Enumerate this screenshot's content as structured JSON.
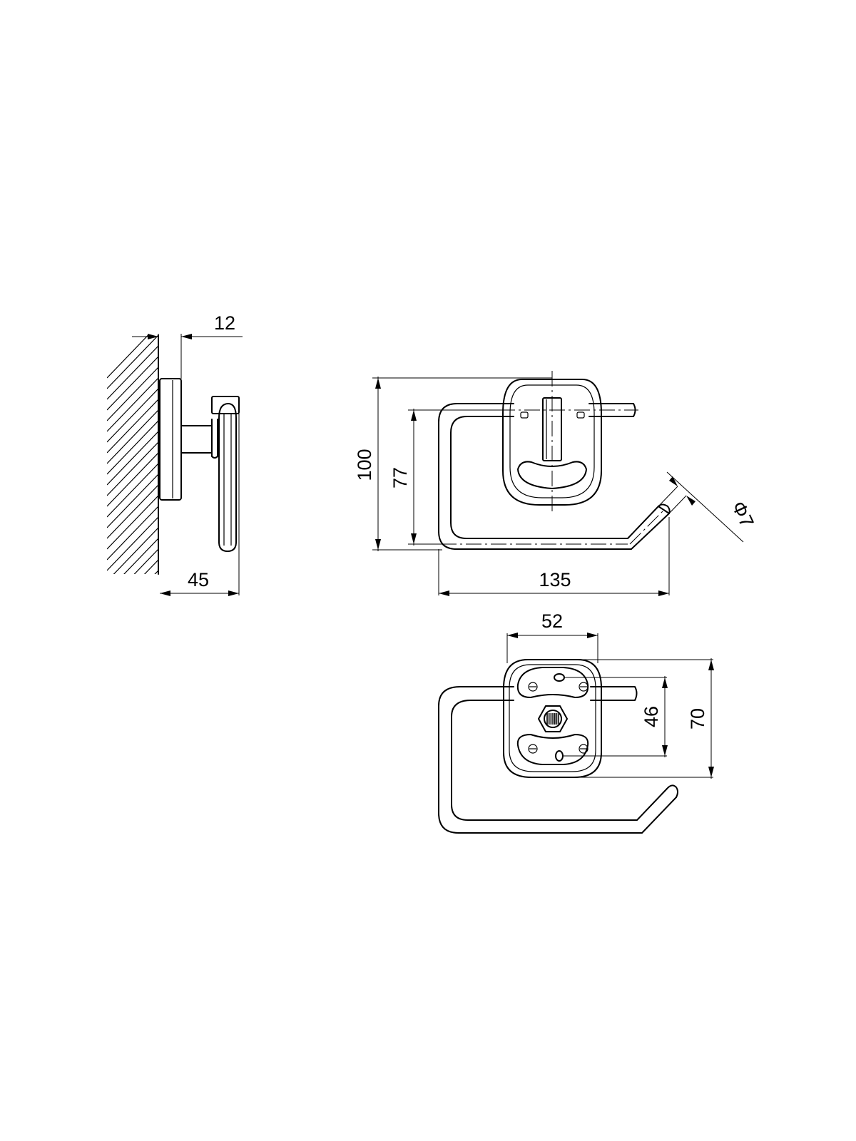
{
  "dimensions": {
    "side_depth_base": "12",
    "side_depth_total": "45",
    "front_height_total": "100",
    "front_height_bar": "77",
    "front_width_total": "135",
    "front_tube_diameter": "Φ7",
    "back_plate_width": "52",
    "back_hole_spacing": "46",
    "back_plate_height": "70"
  }
}
